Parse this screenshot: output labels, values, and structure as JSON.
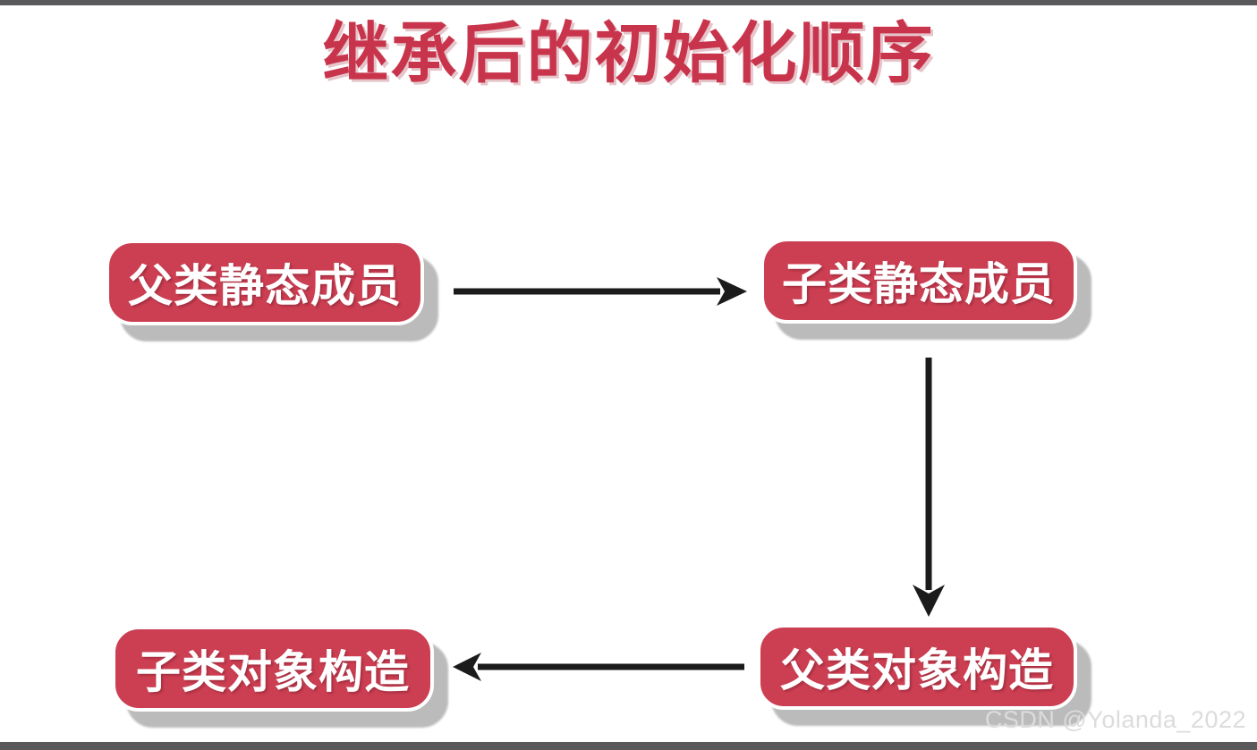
{
  "slide": {
    "title": "继承后的初始化顺序",
    "title_color": "#c8344b",
    "background_color": "#ffffff",
    "node_fill_color": "#cc3e52",
    "node_text_color": "#ffffff",
    "node_shadow_color": "#afafaf",
    "arrow_color": "#1b1b1b",
    "frame_bar_color": "#5a5a5c"
  },
  "diagram": {
    "type": "flowchart",
    "nodes": [
      {
        "id": "parent-static",
        "label": "父类静态成员",
        "position": "top-left"
      },
      {
        "id": "child-static",
        "label": "子类静态成员",
        "position": "top-right"
      },
      {
        "id": "parent-object",
        "label": "父类对象构造",
        "position": "bottom-right"
      },
      {
        "id": "child-object",
        "label": "子类对象构造",
        "position": "bottom-left"
      }
    ],
    "edges": [
      {
        "id": "edge-1",
        "from": "parent-static",
        "to": "child-static",
        "direction": "right"
      },
      {
        "id": "edge-2",
        "from": "child-static",
        "to": "parent-object",
        "direction": "down"
      },
      {
        "id": "edge-3",
        "from": "parent-object",
        "to": "child-object",
        "direction": "left"
      }
    ]
  },
  "watermark": {
    "text": "CSDN @Yolanda_2022",
    "color": "#dcdcdc"
  }
}
